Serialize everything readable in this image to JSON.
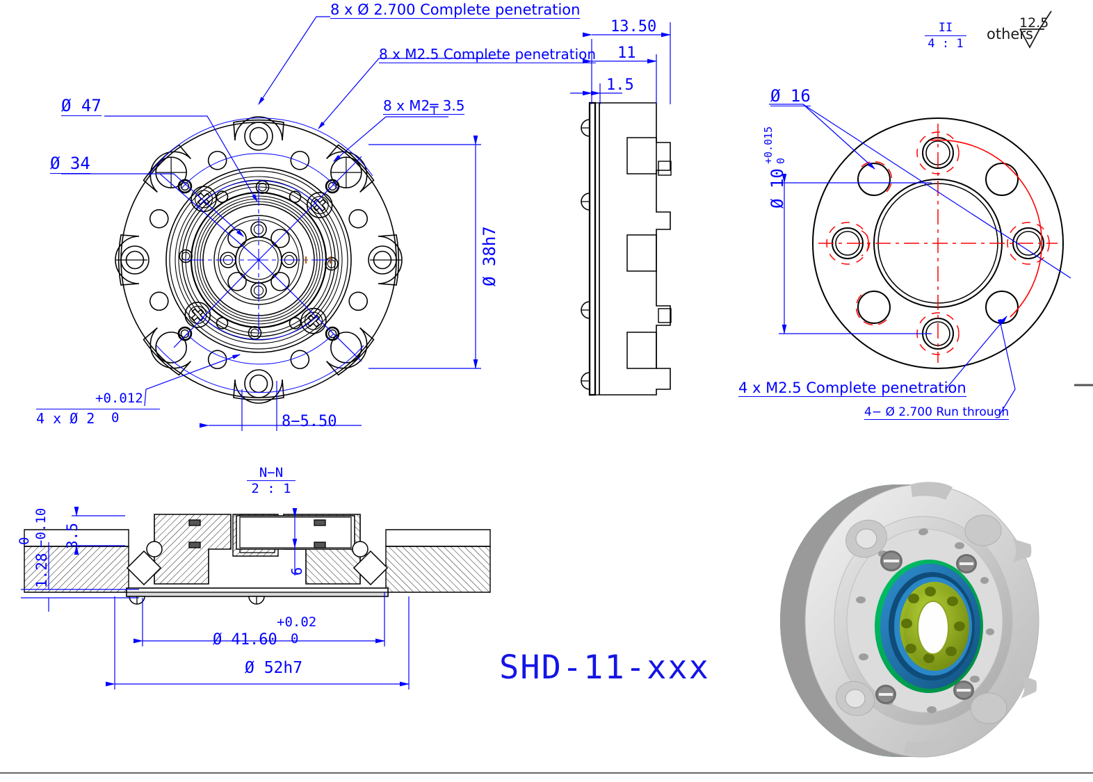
{
  "drawing": {
    "part_number": "SHD-11-xxx",
    "title_note": "Harmonic drive gear unit engineering drawing",
    "colors": {
      "dimension": "#0000ff",
      "outline": "#000000",
      "centerline": "#ff0000",
      "body_gray": "#d4d4d4",
      "ring_green": "#00a550",
      "ring_blue": "#1b6fb5",
      "hub_olive": "#8aa318"
    }
  },
  "front_view": {
    "name": "front-view",
    "callouts": [
      {
        "id": "c1",
        "text": "8 x  Ø 2.700 Complete penetration"
      },
      {
        "id": "c2",
        "text": "8 x  M2.5  Complete penetration"
      },
      {
        "id": "c3",
        "text": "8  x M2╤ 3.5"
      },
      {
        "id": "c4",
        "text": "Ø 47"
      },
      {
        "id": "c5",
        "text": "Ø 34"
      },
      {
        "id": "c6",
        "text": "8−5.50"
      }
    ],
    "tolerance_callout": {
      "label": "4 x  Ø  2",
      "upper": "+0.012",
      "lower": "0"
    },
    "diameter_dim": "Ø 38h7"
  },
  "side_view": {
    "name": "side-view",
    "dims": [
      "13.50",
      "11",
      "1.5"
    ]
  },
  "rear_view": {
    "name": "rear-view",
    "callouts": [
      {
        "id": "r1",
        "text": "Ø 16"
      },
      {
        "id": "r2",
        "text": "4 x  M2.5  Complete penetration"
      },
      {
        "id": "r3",
        "text": "4− Ø 2.700 Run through"
      }
    ],
    "bolt_circle": {
      "label": "Ø 10",
      "upper": "+0.015",
      "lower": "0"
    },
    "scale_note": {
      "view_id": "II",
      "scale": "4 : 1"
    },
    "surface_finish": {
      "prefix": "others",
      "value": "12.5"
    }
  },
  "section_view": {
    "name": "section-n-n",
    "label": "N−N",
    "scale": "2 : 1",
    "dims": [
      {
        "id": "s1",
        "text": "3.5"
      },
      {
        "id": "s2",
        "text": "6"
      }
    ],
    "height_tol": {
      "label": "1.28",
      "upper": "0",
      "lower": "−0.10"
    },
    "diameter_tol": {
      "label": "Ø 41.60",
      "upper": "+0.02",
      "lower": "0"
    },
    "outer_diameter": "Ø 52h7"
  },
  "iso_view": {
    "name": "iso-3d-render"
  }
}
